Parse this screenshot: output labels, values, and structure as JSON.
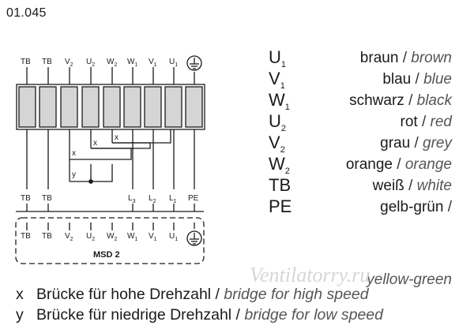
{
  "diagram_code": "01.045",
  "top_terminals": [
    {
      "main": "TB",
      "sub": ""
    },
    {
      "main": "TB",
      "sub": ""
    },
    {
      "main": "V",
      "sub": "2"
    },
    {
      "main": "U",
      "sub": "2"
    },
    {
      "main": "W",
      "sub": "2"
    },
    {
      "main": "W",
      "sub": "1"
    },
    {
      "main": "V",
      "sub": "1"
    },
    {
      "main": "U",
      "sub": "1"
    }
  ],
  "bridge_x_label": "x",
  "bridge_y_label": "y",
  "lower_terminals": [
    {
      "main": "TB",
      "sub": ""
    },
    {
      "main": "TB",
      "sub": ""
    },
    {
      "main": "L",
      "sub": "3"
    },
    {
      "main": "L",
      "sub": "2"
    },
    {
      "main": "L",
      "sub": "1"
    },
    {
      "main": "PE",
      "sub": ""
    }
  ],
  "msd_terminals": [
    {
      "main": "TB",
      "sub": ""
    },
    {
      "main": "TB",
      "sub": ""
    },
    {
      "main": "V",
      "sub": "2"
    },
    {
      "main": "U",
      "sub": "2"
    },
    {
      "main": "W",
      "sub": "2"
    },
    {
      "main": "W",
      "sub": "1"
    },
    {
      "main": "V",
      "sub": "1"
    },
    {
      "main": "U",
      "sub": "1"
    }
  ],
  "msd_label": "MSD 2",
  "legend": [
    {
      "symbol": "U",
      "sub": "1",
      "de": "braun",
      "en": "brown"
    },
    {
      "symbol": "V",
      "sub": "1",
      "de": "blau",
      "en": "blue"
    },
    {
      "symbol": "W",
      "sub": "1",
      "de": "schwarz",
      "en": "black"
    },
    {
      "symbol": "U",
      "sub": "2",
      "de": "rot",
      "en": "red"
    },
    {
      "symbol": "V",
      "sub": "2",
      "de": "grau",
      "en": "grey"
    },
    {
      "symbol": "W",
      "sub": "2",
      "de": "orange",
      "en": "orange"
    },
    {
      "symbol": "TB",
      "sub": "",
      "de": "weiß",
      "en": "white"
    },
    {
      "symbol": "PE",
      "sub": "",
      "de": "gelb-grün",
      "en": ""
    }
  ],
  "legend_pe_en": "yellow-green",
  "separator": "/",
  "notes": [
    {
      "key": "x",
      "de": "Brücke für hohe Drehzahl",
      "en": "bridge for high speed"
    },
    {
      "key": "y",
      "de": "Brücke für niedrige Drehzahl",
      "en": "bridge for low speed"
    }
  ],
  "watermark": "Ventilatorry.ru"
}
